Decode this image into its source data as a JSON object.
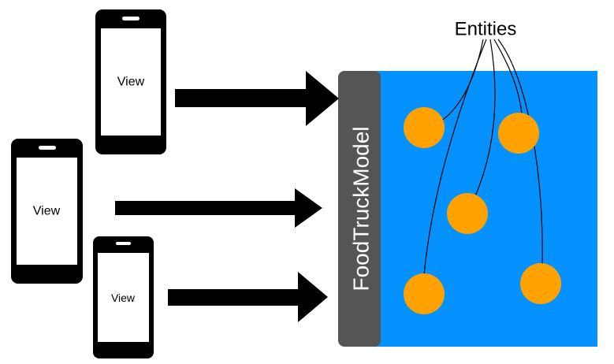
{
  "views": [
    {
      "label": "View"
    },
    {
      "label": "View"
    },
    {
      "label": "View"
    }
  ],
  "model": {
    "title": "FoodTruckModel",
    "panel_color": "#0592ff",
    "bar_color": "#555555"
  },
  "entities": {
    "label": "Entities",
    "count": 5,
    "color": "#ffa200"
  }
}
